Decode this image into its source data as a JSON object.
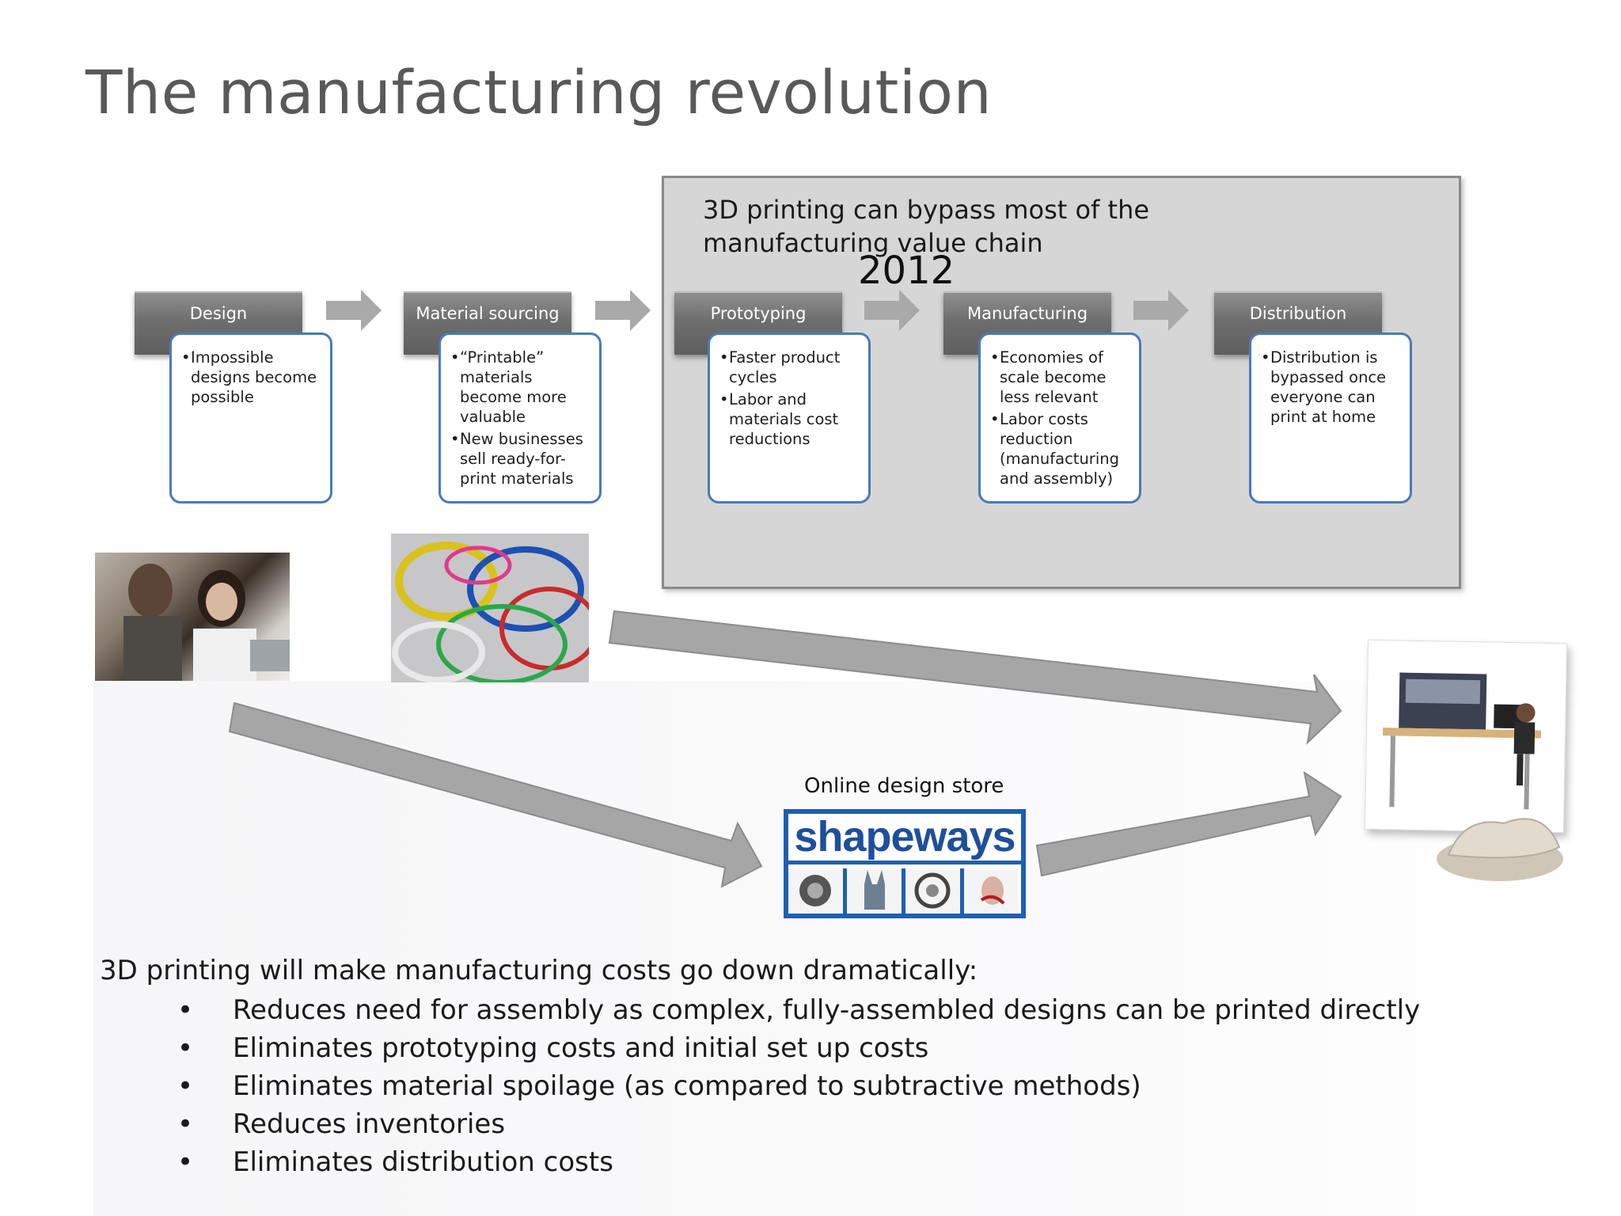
{
  "title": "The manufacturing revolution",
  "value_box": {
    "title": "3D printing can bypass most of the manufacturing value chain",
    "year": "2012"
  },
  "stages": [
    {
      "name": "Design",
      "bullets": [
        "Impossible designs become possible"
      ]
    },
    {
      "name": "Material sourcing",
      "bullets": [
        "“Printable” materials become more valuable",
        "New businesses sell ready-for-print materials"
      ]
    },
    {
      "name": "Prototyping",
      "bullets": [
        "Faster product cycles",
        "Labor and materials cost reductions"
      ]
    },
    {
      "name": "Manufacturing",
      "bullets": [
        "Economies of scale become less relevant",
        "Labor costs reduction (manufacturing and assembly)"
      ]
    },
    {
      "name": "Distribution",
      "bullets": [
        "Distribution is bypassed once everyone can print at home"
      ]
    }
  ],
  "store": {
    "label": "Online design store",
    "wordmark": "shapeways"
  },
  "summary": {
    "lead": "3D printing will make manufacturing costs go down dramatically:",
    "bullets": [
      "Reduces need for assembly as complex, fully-assembled designs can be printed directly",
      "Eliminates prototyping costs and initial set up costs",
      "Eliminates material spoilage (as compared to subtractive methods)",
      "Reduces inventories",
      "Eliminates distribution costs"
    ]
  },
  "colors": {
    "card_border": "#4a7ab8",
    "stage_header": "#6e6e6e",
    "value_box_fill": "#d6d6d6",
    "arrow_fill": "#a6a6a6",
    "brand_blue": "#1f5fb0"
  },
  "icons": [
    "right-arrow-icon",
    "photo-icon",
    "printer-icon"
  ]
}
